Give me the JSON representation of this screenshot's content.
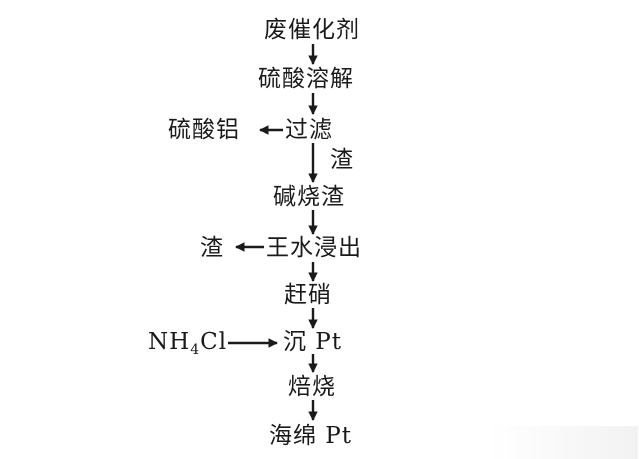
{
  "steps": [
    "废催化剂",
    "硫酸溶解",
    "过滤",
    "碱烧渣",
    "王水浸出",
    "赶硝",
    "沉 Pt",
    "焙烧",
    "海绵 Pt"
  ],
  "side_outputs": {
    "aluminum_sulfate": "硫酸铝",
    "filter_residue": "渣",
    "leach_residue": "渣"
  },
  "reagent": {
    "main": "NH",
    "subscript": "4",
    "tail": "Cl"
  },
  "colors": {
    "text": "#1a1a1a",
    "arrow": "#1a1a1a"
  }
}
